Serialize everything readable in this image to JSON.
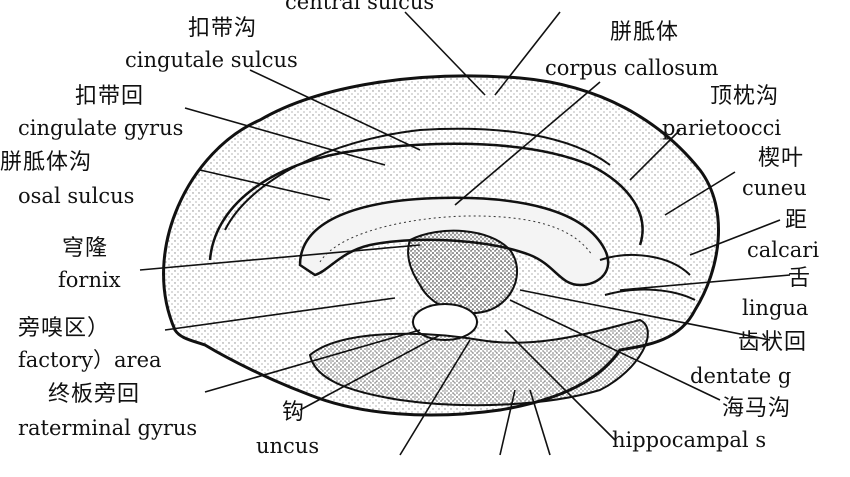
{
  "labels": {
    "central_sulcus_en": "central sulcus",
    "cingulate_sulcus_zh": "扣带沟",
    "cingulate_sulcus_en": "cingutale sulcus",
    "cingulate_gyrus_zh": "扣带回",
    "cingulate_gyrus_en": "cingulate gyrus",
    "callosal_sulcus_zh": "胼胝体沟",
    "callosal_sulcus_en": "osal sulcus",
    "fornix_zh": "穹隆",
    "fornix_en": "fornix",
    "olfactory_area_zh": "旁嗅区）",
    "olfactory_area_en": "factory）area",
    "paraterminal_gyrus_zh": "终板旁回",
    "paraterminal_gyrus_en": "raterminal gyrus",
    "uncus_zh": "钩",
    "uncus_en": "uncus",
    "corpus_callosum_zh": "胼胝体",
    "corpus_callosum_en": "corpus callosum",
    "parietooccipital_zh": "顶枕沟",
    "parietooccipital_en": "parietoocci",
    "cuneus_zh": "楔叶",
    "cuneus_en": "cuneu",
    "calcarine_zh": "距",
    "calcarine_en": "calcari",
    "lingual_zh": "舌",
    "lingual_en": "lingua",
    "dentate_zh": "齿状回",
    "dentate_en": "dentate g",
    "hippocampal_zh": "海马沟",
    "hippocampal_en": "hippocampal s"
  }
}
